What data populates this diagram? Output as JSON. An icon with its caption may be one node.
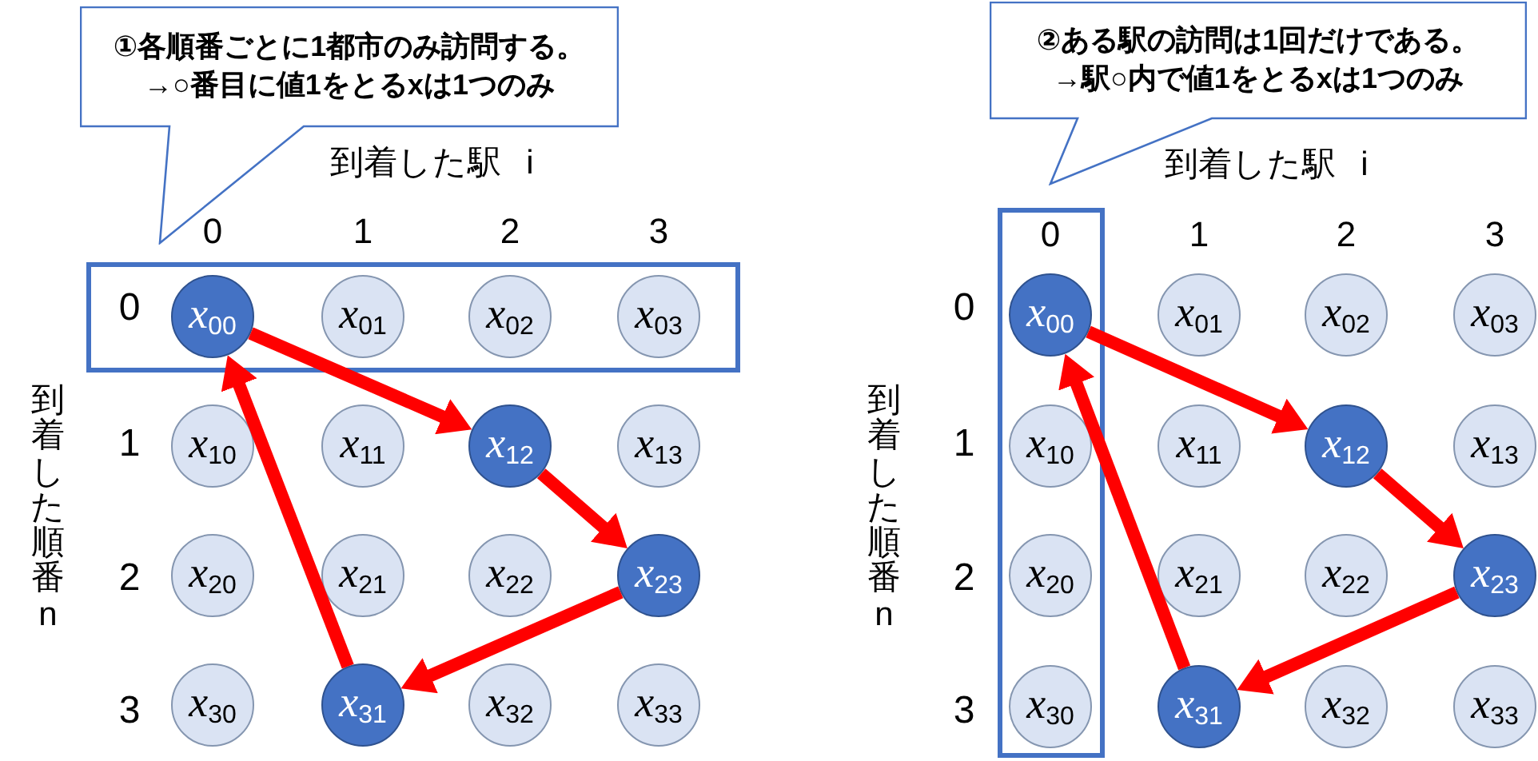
{
  "diagram": {
    "nodes": [
      {
        "text": [
          "①各順番ごとに1都市のみ訪問する。",
          "→○番目に値1をとるxは1つのみ"
        ]
      },
      {
        "text": [],
        "shape": "box"
      },
      {
        "text": [
          "*x*$_{00}$"
        ],
        "in": 1
      },
      {
        "text": [
          "*x*$_{01}$"
        ],
        "in": 1
      },
      {
        "text": [
          "*x*$_{02}$"
        ],
        "in": 1
      },
      {
        "text": [
          "*x*$_{03}$"
        ],
        "in": 1
      },
      {
        "text": [
          "*x*$_{10}$"
        ]
      },
      {
        "text": [
          "*x*$_{11}$"
        ]
      },
      {
        "text": [
          "*x*$_{12}$"
        ]
      },
      {
        "text": [
          "*x*$_{13}$"
        ]
      },
      {
        "text": [
          "*x*$_{20}$"
        ]
      },
      {
        "text": [
          "*x*$_{21}$"
        ]
      },
      {
        "text": [
          "*x*$_{22}$"
        ]
      },
      {
        "text": [
          "*x*$_{23}$"
        ]
      },
      {
        "text": [
          "*x*$_{30}$"
        ]
      },
      {
        "text": [
          "*x*$_{31}$"
        ]
      },
      {
        "text": [
          "*x*$_{32}$"
        ]
      },
      {
        "text": [
          "*x*$_{33}$"
        ]
      },
      {
        "text": [
          "②ある駅の訪問は1回だけである。",
          "→駅○内で値1をとるxは1つのみ"
        ]
      },
      {
        "text": [],
        "shape": "box"
      },
      {
        "text": [
          "*x*$_{00}$"
        ],
        "in": 19
      },
      {
        "text": [
          "*x*$_{01}$"
        ]
      },
      {
        "text": [
          "*x*$_{02}$"
        ]
      },
      {
        "text": [
          "*x*$_{03}$"
        ]
      },
      {
        "text": [
          "*x*$_{10}$"
        ],
        "in": 19
      },
      {
        "text": [
          "*x*$_{11}$"
        ]
      },
      {
        "text": [
          "*x*$_{12}$"
        ]
      },
      {
        "text": [
          "*x*$_{13}$"
        ]
      },
      {
        "text": [
          "*x*$_{20}$"
        ],
        "in": 19
      },
      {
        "text": [
          "*x*$_{21}$"
        ]
      },
      {
        "text": [
          "*x*$_{22}$"
        ]
      },
      {
        "text": [
          "*x*$_{23}$"
        ]
      },
      {
        "text": [
          "*x*$_{30}$"
        ],
        "in": 19
      },
      {
        "text": [
          "*x*$_{31}$"
        ]
      },
      {
        "text": [
          "*x*$_{32}$"
        ]
      },
      {
        "text": [
          "*x*$_{33}$"
        ]
      }
    ],
    "edges": [
      {
        "from": 2,
        "to": 8,
        "arrow": "to",
        "color": "#ff0000"
      },
      {
        "from": 8,
        "to": 13,
        "arrow": "to",
        "color": "#ff0000"
      },
      {
        "from": 13,
        "to": 15,
        "arrow": "to",
        "color": "#ff0000"
      },
      {
        "from": 15,
        "to": 2,
        "arrow": "to",
        "color": "#ff0000"
      },
      {
        "from": 20,
        "to": 26,
        "arrow": "to",
        "color": "#ff0000"
      },
      {
        "from": 26,
        "to": 31,
        "arrow": "to",
        "color": "#ff0000"
      },
      {
        "from": 31,
        "to": 33,
        "arrow": "to",
        "color": "#ff0000"
      },
      {
        "from": 33,
        "to": 20,
        "arrow": "to",
        "color": "#ff0000"
      }
    ],
    "labels": [
      "到着した駅 i",
      "0",
      "1",
      "2",
      "3",
      "0",
      "1",
      "2",
      "3",
      "到着した順番 n",
      "到着した駅 i",
      "0",
      "1",
      "2",
      "3",
      "0",
      "1",
      "2",
      "3",
      "到着した順番 n"
    ]
  }
}
